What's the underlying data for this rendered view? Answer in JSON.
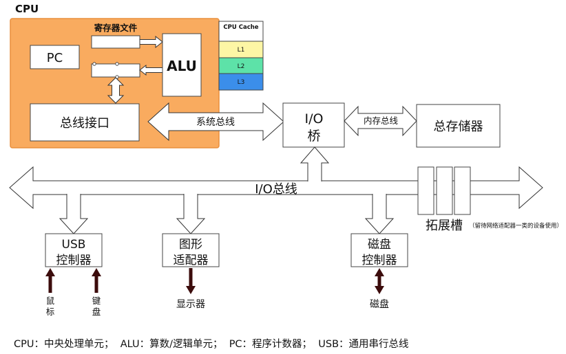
{
  "cpu": {
    "label": "CPU",
    "color": "#f9ab5f",
    "border_color": "#e98f3d",
    "register_file_label": "寄存器文件",
    "pc_label": "PC",
    "alu_label": "ALU",
    "bus_interface_label": "总线接口"
  },
  "cache": {
    "title": "CPU Cache",
    "levels": [
      {
        "label": "L1",
        "color": "#fdf6a5"
      },
      {
        "label": "L2",
        "color": "#5de2a8"
      },
      {
        "label": "L3",
        "color": "#3b8eea"
      }
    ]
  },
  "buses": {
    "system_bus": "系统总线",
    "memory_bus": "内存总线",
    "io_bus": "I/O总线"
  },
  "io_bridge": {
    "line1": "I/O",
    "line2": "桥"
  },
  "main_memory": {
    "label": "总存储器"
  },
  "expansion_slots": {
    "label": "拓展槽",
    "note": "（留待网络适配器一类的设备使用）"
  },
  "controllers": {
    "usb": {
      "line1": "USB",
      "line2": "控制器"
    },
    "graphics": {
      "line1": "图形",
      "line2": "适配器"
    },
    "disk": {
      "line1": "磁盘",
      "line2": "控制器"
    }
  },
  "devices": {
    "mouse": {
      "line1": "鼠",
      "line2": "标"
    },
    "keyboard": {
      "line1": "键",
      "line2": "盘"
    },
    "monitor": {
      "label": "显示器"
    },
    "disk": {
      "label": "磁盘"
    },
    "arrow_color": "#3c0c0c"
  },
  "legend": "CPU：中央处理单元；  ALU：算数/逻辑单元；  PC：程序计数器；  USB：通用串行总线"
}
